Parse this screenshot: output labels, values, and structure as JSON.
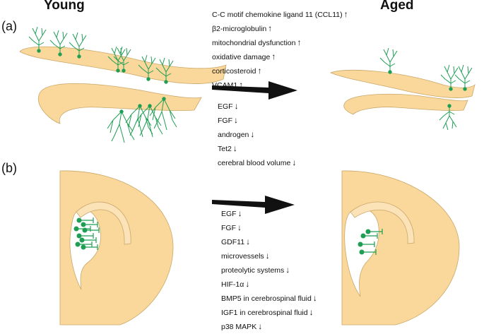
{
  "headings": {
    "left": "Young",
    "right": "Aged"
  },
  "panels": [
    {
      "label": "(a)",
      "increased": [
        "C-C motif chemokine ligand 11 (CCL11)",
        "β2-microglobulin",
        "mitochondrial dysfunction",
        "oxidative damage",
        "corticosteroid",
        "VCAM1"
      ],
      "decreased": [
        "EGF",
        "FGF",
        "androgen",
        "Tet2",
        "cerebral blood volume"
      ]
    },
    {
      "label": "(b)",
      "increased": [],
      "decreased": [
        "EGF",
        "FGF",
        "GDF11",
        "microvessels",
        "proteolytic systems",
        "HIF-1α",
        "BMP5 in cerebrospinal fluid",
        "IGF1 in cerebrospinal fluid",
        "p38 MAPK"
      ]
    }
  ],
  "symbols": {
    "up": "↑",
    "down": "↓"
  },
  "colors": {
    "tissue": "#fad79a",
    "tissue_edge": "#c9a86a",
    "neuron": "#1f9e55",
    "arrow": "#111111"
  }
}
